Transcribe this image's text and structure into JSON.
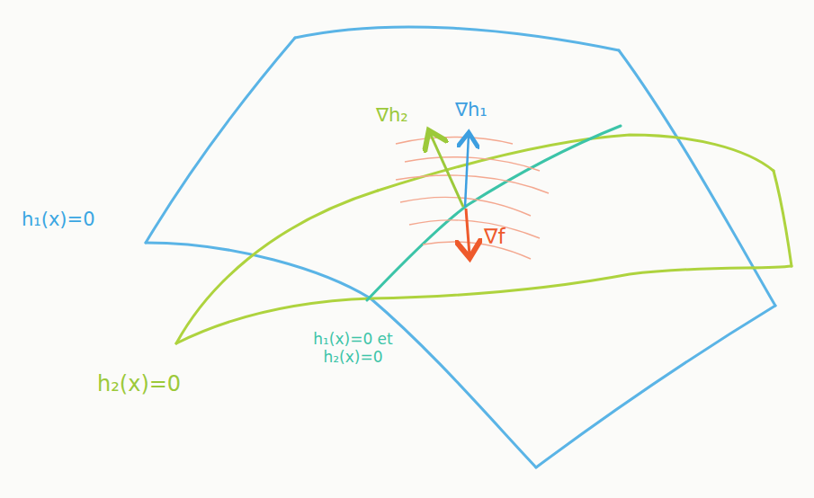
{
  "diagram": {
    "labels": [
      "h₁(x)=0",
      "h₂(x)=0",
      "h₁(x)=0 et h₂(x)=0",
      "∇h₂",
      "∇h₁",
      "∇f"
    ]
  }
}
